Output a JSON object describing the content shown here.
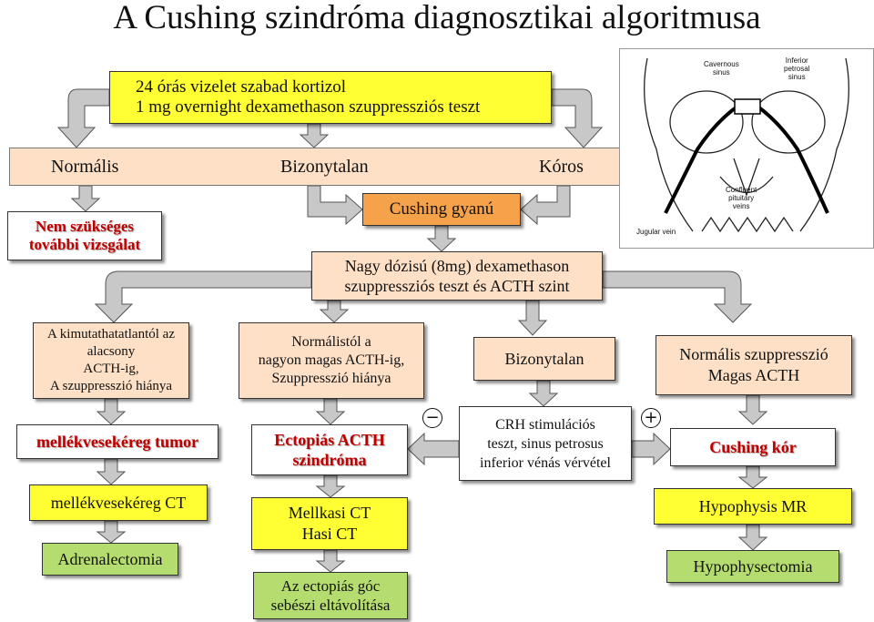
{
  "title": "A Cushing szindróma diagnosztikai algoritmusa",
  "boxes": {
    "screening": [
      "24 órás vizelet szabad kortizol",
      "1 mg overnight dexamethason szuppressziós teszt"
    ],
    "normalis": "Normális",
    "bizonytalan_top": "Bizonytalan",
    "koros": "Kóros",
    "nem_szukseges": [
      "Nem szükséges",
      "további vizsgálat"
    ],
    "cushing_gyanu": "Cushing gyanú",
    "nagy_dozisu": [
      "Nagy dózisú (8mg) dexamethason",
      "szuppressziós teszt és ACTH szint"
    ],
    "kimutathatatlan": [
      "A kimutathatatlantól az",
      "alacsony",
      "ACTH-ig,",
      "A szuppresszió hiánya"
    ],
    "normalistol": [
      "Normálistól a",
      "nagyon magas ACTH-ig,",
      "Szuppresszió hiánya"
    ],
    "bizonytalan_mid": "Bizonytalan",
    "normalis_szuppresszio": [
      "Normális szuppresszió",
      "Magas ACTH"
    ],
    "mellekvese_tumor": "mellékvesekéreg tumor",
    "ectopias": [
      "Ectopiás ACTH",
      "szindróma"
    ],
    "crh": [
      "CRH stimulációs",
      "teszt, sinus petrosus",
      "inferior vénás vérvétel"
    ],
    "cushing_kor": "Cushing kór",
    "mellekvese_ct": "mellékvesekéreg CT",
    "mellkasi_ct": [
      "Mellkasi CT",
      "Hasi CT"
    ],
    "hypophysis_mr": "Hypophysis MR",
    "adrenalectomia": "Adrenalectomia",
    "ectopias_goc": [
      "Az ectopiás góc",
      "sebészi eltávolítása"
    ],
    "hypophysectomia": "Hypophysectomia"
  },
  "signs": {
    "minus": "−",
    "plus": "+"
  },
  "anatomy": {
    "cavernous_sinus": [
      "Cavernous",
      "sinus"
    ],
    "inferior_petrosal_sinus": [
      "Inferior",
      "petrosal",
      "sinus"
    ],
    "confluent_pituitary_veins": [
      "Confluent",
      "pituitary",
      "veins"
    ],
    "jugular_vein": "Jugular vein"
  },
  "colors": {
    "salmon": "#fde0c6",
    "yellow": "#ffff33",
    "green": "#b5dc6e",
    "orange": "#f5a24a",
    "red": "#c00000",
    "arrow": "#c8c8c8"
  }
}
